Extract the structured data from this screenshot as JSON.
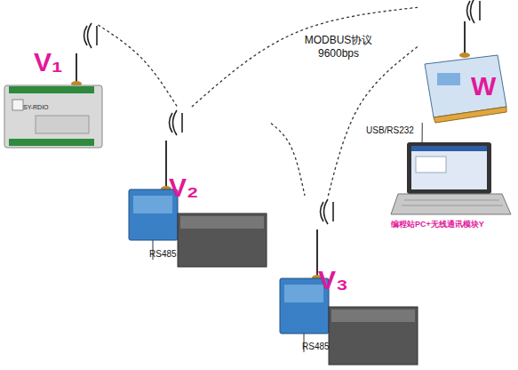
{
  "diagram": {
    "nodes": [
      {
        "text": [
          "V₁",
          "SY-RDIO"
        ]
      },
      {
        "text": [
          "V₂"
        ]
      },
      {
        "text": [
          "V₃"
        ]
      },
      {
        "text": [
          "W"
        ]
      },
      {
        "text": [
          "编程站PC+无线通讯模块Y"
        ]
      }
    ],
    "edges": [
      {
        "from": 0,
        "to": 1,
        "arrow": "none"
      },
      {
        "from": 1,
        "to": 3,
        "arrow": "none"
      },
      {
        "from": 1,
        "to": 2,
        "arrow": "none"
      },
      {
        "from": 2,
        "to": 3,
        "arrow": "none"
      },
      {
        "from": 3,
        "to": 4,
        "label": "USB/RS232",
        "arrow": "none"
      }
    ],
    "labels": [
      "MODBUS协议 9600bps",
      "RS485",
      "RS485"
    ]
  }
}
